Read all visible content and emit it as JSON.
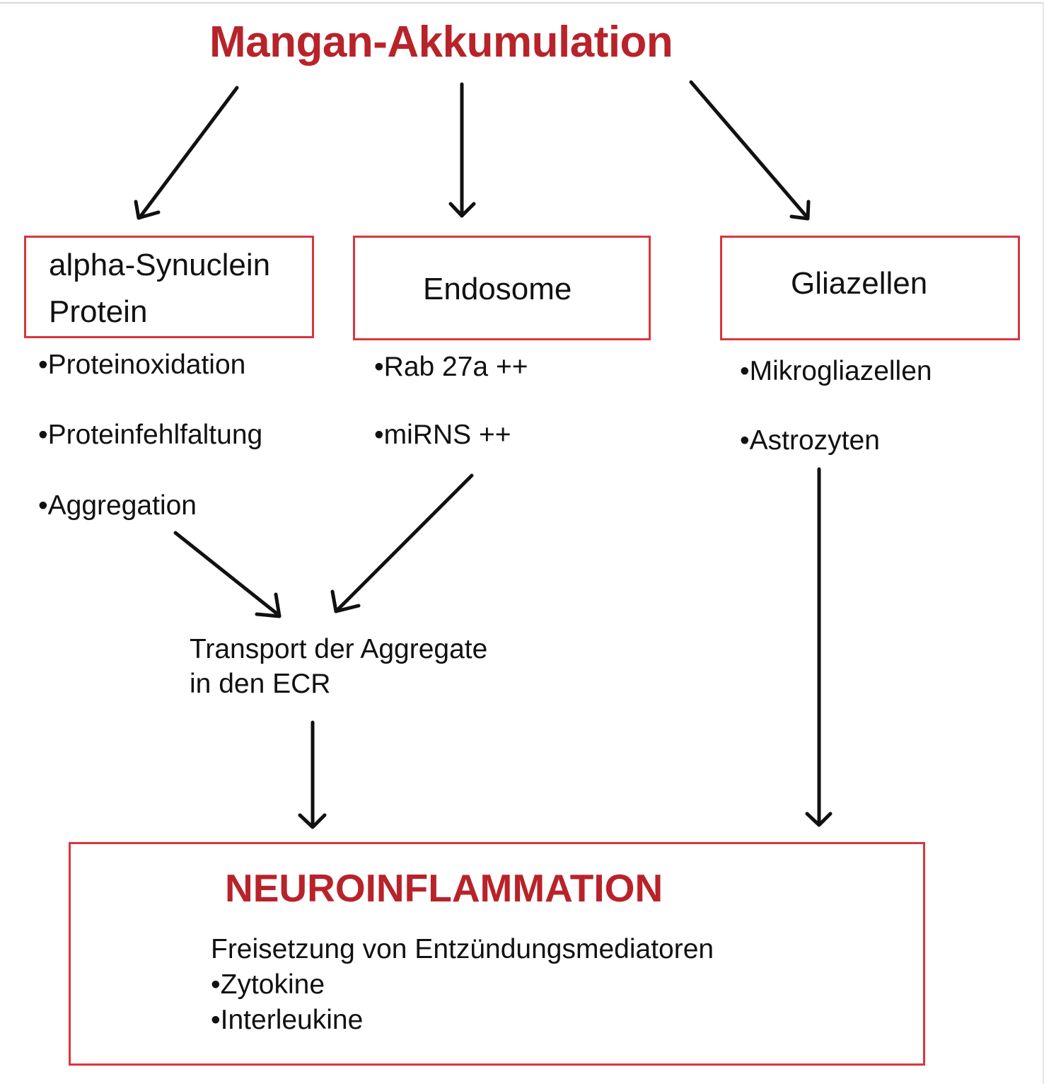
{
  "title": "Mangan-Akkumulation",
  "colors": {
    "accent_text": "#b8232a",
    "box_border": "#d9363e",
    "arrow": "#111111"
  },
  "boxes": {
    "alpha_synuclein": {
      "line1": "alpha-Synuclein",
      "line2": "Protein"
    },
    "endosome": {
      "label": "Endosome"
    },
    "gliazellen": {
      "label": "Gliazellen"
    }
  },
  "alpha_bullets": [
    "•Proteinoxidation",
    "•Proteinfehlfaltung",
    "•Aggregation"
  ],
  "endosome_bullets": [
    "•Rab 27a ++",
    "•miRNS ++"
  ],
  "glia_bullets": [
    "•Mikrogliazellen",
    "•Astrozyten"
  ],
  "transport": {
    "line1": "Transport der Aggregate",
    "line2": "in den ECR"
  },
  "neuroinflammation": {
    "title": "NEUROINFLAMMATION",
    "line1": "Freisetzung von Entzündungsmediatoren",
    "line2": "•Zytokine",
    "line3": "•Interleukine"
  }
}
